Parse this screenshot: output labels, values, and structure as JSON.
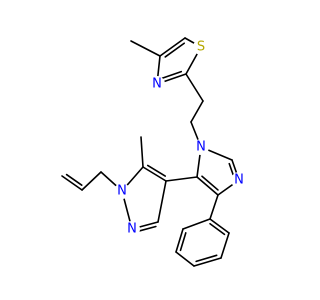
{
  "molecule": {
    "atom_labels": {
      "S1": "S",
      "N_thiazole": "N",
      "N_imid1": "N",
      "N_imid3": "N",
      "N_pyr1": "N",
      "N_pyr2": "N"
    },
    "colors": {
      "bond": "#000000",
      "nitrogen": "#0000ff",
      "sulfur": "#b5a800",
      "background": "#ffffff"
    }
  }
}
